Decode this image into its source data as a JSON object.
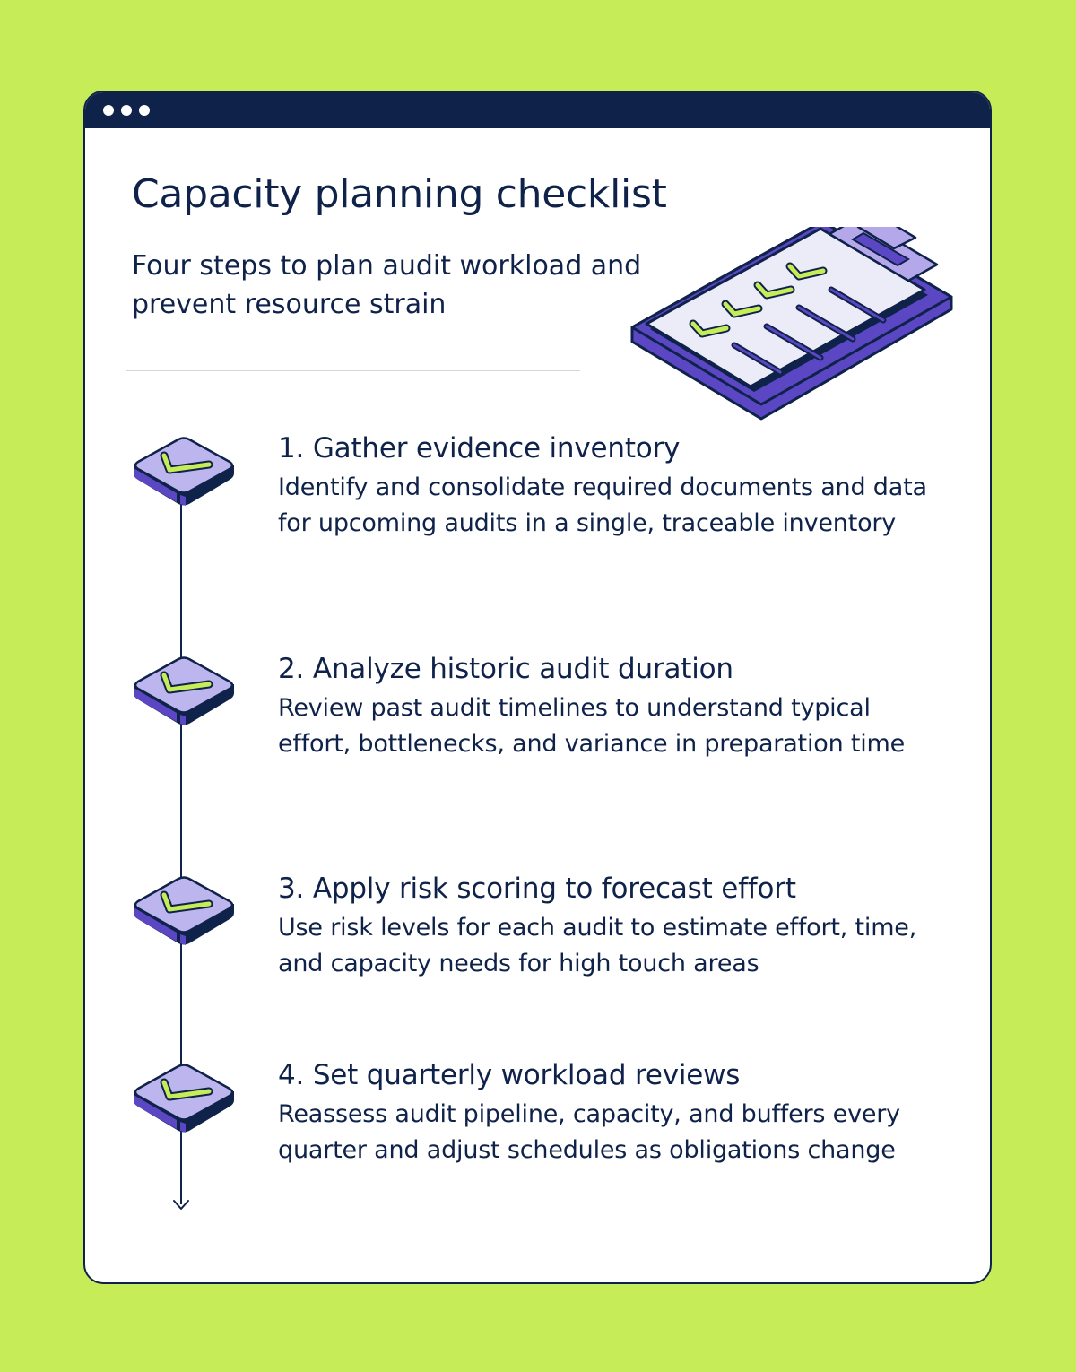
{
  "window": {
    "titlebar_dots": 3
  },
  "header": {
    "title": "Capacity planning checklist",
    "subtitle": "Four steps to plan audit workload and prevent resource strain"
  },
  "illustration": {
    "icon": "clipboard-checklist-icon",
    "checkmarks": 4,
    "lines": 4
  },
  "steps": [
    {
      "title": "1. Gather evidence inventory",
      "description": "Identify and consolidate required documents and data for upcoming audits in a single, traceable inventory"
    },
    {
      "title": "2. Analyze historic audit duration",
      "description": "Review past audit timelines to understand typical effort, bottlenecks, and variance in preparation time"
    },
    {
      "title": "3. Apply risk scoring to forecast effort",
      "description": "Use risk levels for each audit to estimate effort, time, and capacity needs for high touch areas"
    },
    {
      "title": "4. Set quarterly workload reviews",
      "description": "Reassess audit pipeline, capacity, and buffers every quarter and adjust schedules as obligations change"
    }
  ],
  "colors": {
    "background": "#c6ec58",
    "navy": "#0f2249",
    "card": "#ffffff",
    "purple": "#5b47c4",
    "lavender": "#bdb5ee",
    "paper": "#ecebf8",
    "check_green": "#c6ec58"
  }
}
